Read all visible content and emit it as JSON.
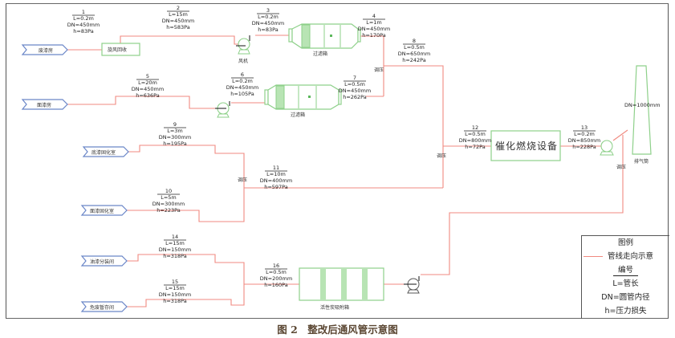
{
  "caption": "图 2　整改后通风管示意图",
  "sources": {
    "s1": "废漆房",
    "s2": "面漆房",
    "s3": "底漆固化室",
    "s4": "面漆固化室",
    "s5": "油漆分装间",
    "s6": "危废暂存间"
  },
  "equipment": {
    "cyclone": "旋风回收",
    "fan": "风机",
    "filter1": "过滤箱",
    "filter2": "过滤箱",
    "catalytic": "催化燃烧设备",
    "adsorber": "活性炭吸附箱",
    "stack": "排气筒",
    "stack_dn": "DN=1000mm"
  },
  "valve_label": "调压",
  "segments": [
    {
      "id": "1",
      "L": "L=0.2m",
      "DN": "DN=450mm",
      "h": "h=83Pa"
    },
    {
      "id": "2",
      "L": "L=15m",
      "DN": "DN=450mm",
      "h": "h=583Pa"
    },
    {
      "id": "3",
      "L": "L=0.2m",
      "DN": "DN=450mm",
      "h": "h=83Pa"
    },
    {
      "id": "4",
      "L": "L=1m",
      "DN": "DN=450mm",
      "h": "h=170Pa"
    },
    {
      "id": "5",
      "L": "L=20m",
      "DN": "DN=450mm",
      "h": "h=636Pa"
    },
    {
      "id": "6",
      "L": "L=0.2m",
      "DN": "DN=450mm",
      "h": "h=105Pa"
    },
    {
      "id": "7",
      "L": "L=0.5m",
      "DN": "DN=450mm",
      "h": "h=262Pa"
    },
    {
      "id": "8",
      "L": "L=0.5m",
      "DN": "DN=650mm",
      "h": "h=242Pa"
    },
    {
      "id": "9",
      "L": "L=3m",
      "DN": "DN=300mm",
      "h": "h=195Pa"
    },
    {
      "id": "10",
      "L": "L=5m",
      "DN": "DN=300mm",
      "h": "h=223Pa"
    },
    {
      "id": "11",
      "L": "L=10m",
      "DN": "DN=400mm",
      "h": "h=597Pa"
    },
    {
      "id": "12",
      "L": "L=0.5m",
      "DN": "DN=800mm",
      "h": "h=72Pa"
    },
    {
      "id": "13",
      "L": "L=0.2m",
      "DN": "DN=850mm",
      "h": "h=228Pa"
    },
    {
      "id": "14",
      "L": "L=15m",
      "DN": "DN=150mm",
      "h": "h=318Pa"
    },
    {
      "id": "15",
      "L": "L=15m",
      "DN": "DN=150mm",
      "h": "h=318Pa"
    },
    {
      "id": "16",
      "L": "L=0.5m",
      "DN": "DN=200mm",
      "h": "h=160Pa"
    }
  ],
  "legend": {
    "title": "图例",
    "pipe": "管线走向示意",
    "number": "编号",
    "length": "L=管长",
    "diameter": "DN=圆管内径",
    "pressure": "h=压力损失"
  },
  "colors": {
    "pipe": "#f08a80",
    "source": "#6a86c8",
    "equipment": "#8ed08a"
  }
}
